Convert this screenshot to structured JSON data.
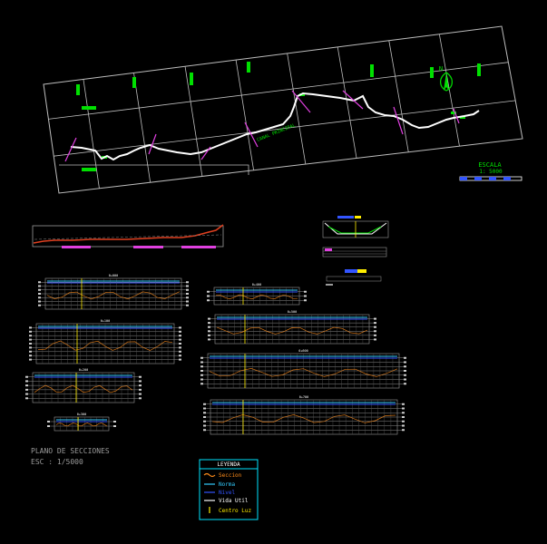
{
  "plan": {
    "scale_title": "ESCALA",
    "scale_value": "1: 5000",
    "north_label": "N",
    "canal_label": "CANAL PRINCIPAL"
  },
  "caption": {
    "line1": "PLANO DE SECCIONES",
    "line2": "ESC : 1/5000"
  },
  "sections": [
    {
      "label": "0+000"
    },
    {
      "label": "0+100"
    },
    {
      "label": "0+200"
    },
    {
      "label": "0+300"
    },
    {
      "label": "0+400"
    },
    {
      "label": "0+500"
    },
    {
      "label": "0+600"
    },
    {
      "label": "0+700"
    }
  ],
  "legend": {
    "title": "LEYENDA",
    "items": [
      {
        "label": "Seccion",
        "color": "#ff8c1a"
      },
      {
        "label": "Norma",
        "color": "#33ccff"
      },
      {
        "label": "Nivel",
        "color": "#3355ff"
      },
      {
        "label": "Vida Util",
        "color": "#ffffff"
      },
      {
        "label": "Centro Luz",
        "color": "#ffee00"
      }
    ]
  },
  "colors": {
    "grid": "#bdbdbd",
    "river": "#ffffff",
    "marker": "#00e000",
    "section_cut": "#e040e0",
    "profile_line": "#e04020",
    "legend_border": "#00e5ff"
  }
}
